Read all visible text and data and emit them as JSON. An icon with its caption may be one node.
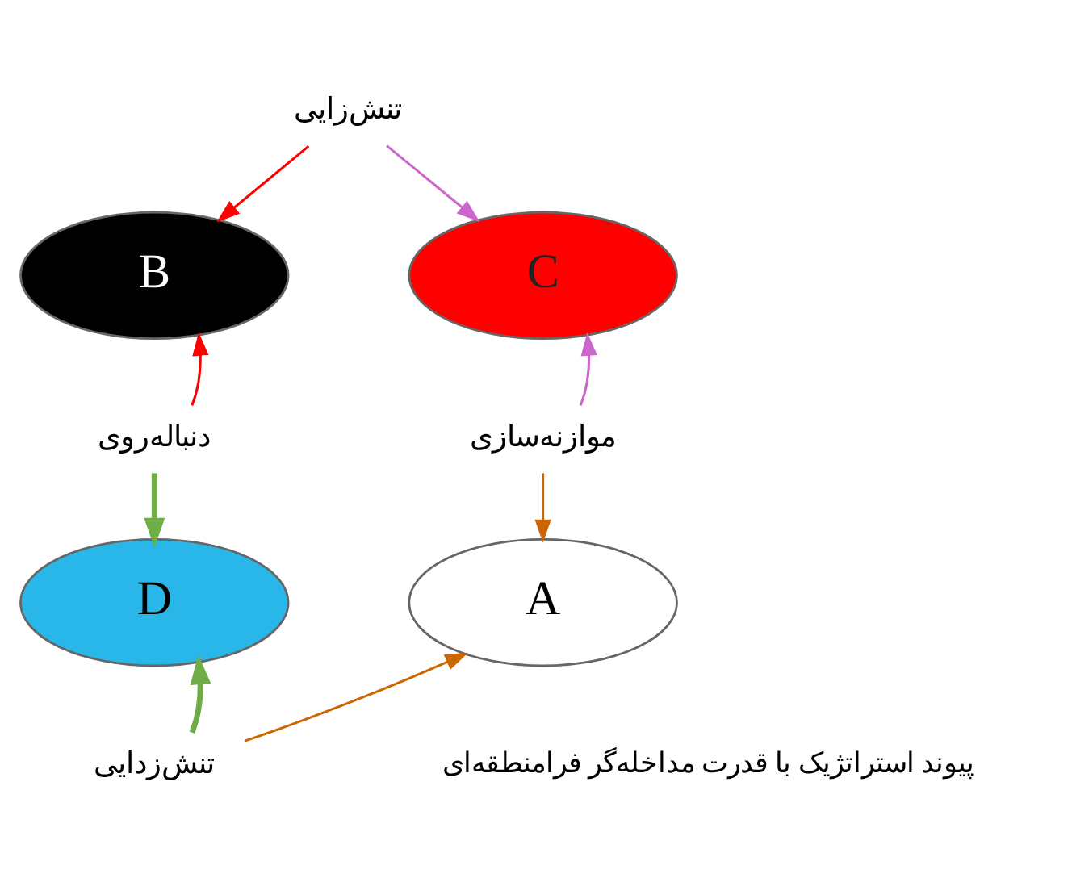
{
  "diagram": {
    "nodes": [
      {
        "text": [
          "تنش‌زایی"
        ]
      },
      {
        "text": [
          "B"
        ]
      },
      {
        "text": [
          "C"
        ]
      },
      {
        "text": [
          "دنباله‌روی"
        ]
      },
      {
        "text": [
          "موازنه‌سازی"
        ]
      },
      {
        "text": [
          "D"
        ]
      },
      {
        "text": [
          "A"
        ]
      },
      {
        "text": [
          "تنش‌زدایی"
        ]
      }
    ],
    "edges": [
      {
        "from": 0,
        "to": 1,
        "arrow": "to",
        "color": "#ff0000"
      },
      {
        "from": 0,
        "to": 2,
        "arrow": "to",
        "color": "#cc66cc"
      },
      {
        "from": 4,
        "to": 2,
        "arrow": "to",
        "color": "#cc66cc"
      },
      {
        "from": 4,
        "to": 6,
        "arrow": "to",
        "color": "#cc6600"
      },
      {
        "from": 7,
        "to": 6,
        "arrow": "to",
        "color": "#cc6600"
      },
      {
        "from": 7,
        "to": 5,
        "arrow": "to",
        "style": "thick",
        "color": "#70ad47"
      },
      {
        "from": 3,
        "to": 5,
        "arrow": "to",
        "style": "thick",
        "color": "#70ad47"
      },
      {
        "from": 3,
        "to": 1,
        "arrow": "to",
        "color": "#ff0000"
      }
    ],
    "labels": [
      "پیوند استراتژیک با قدرت مداخله‌گر فرامنطقه‌ای"
    ]
  }
}
